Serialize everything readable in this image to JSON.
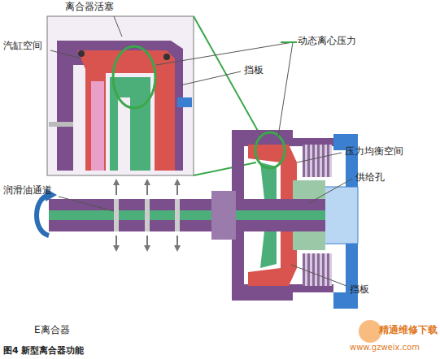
{
  "diagram": {
    "caption": "图4  新型离合器功能",
    "labels": [
      "离合器活塞",
      "汽缸空间",
      "动态离心压力",
      "挡板",
      "压力均衡空间",
      "供给孔",
      "润滑油通道",
      "挡板",
      "E离合器",
      "精通维修下载",
      "www.gzweix.com"
    ]
  }
}
